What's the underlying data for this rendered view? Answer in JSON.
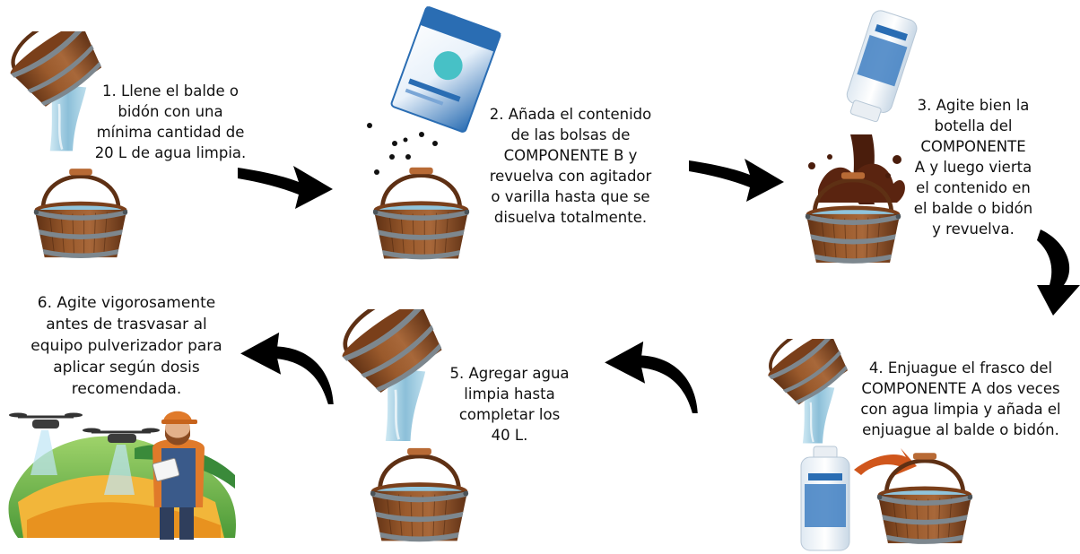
{
  "colors": {
    "wood": "#8b4d24",
    "wood_dark": "#5e3014",
    "hoop": "#6f7c84",
    "water": "#8fc4dc",
    "arrow": "#000000",
    "chocolate": "#4a1d0c",
    "orange_arrow": "#d0561c",
    "package_blue": "#2a6db3"
  },
  "steps": [
    {
      "id": 1,
      "lines": [
        "1. Llene el balde o",
        "bidón con una",
        "mínima cantidad de",
        "20 L de agua limpia."
      ]
    },
    {
      "id": 2,
      "lines": [
        "2. Añada el contenido",
        "de las bolsas de",
        "COMPONENTE B y",
        "revuelva con agitador",
        "o varilla hasta que se",
        "disuelva totalmente."
      ]
    },
    {
      "id": 3,
      "lines": [
        "3. Agite bien la",
        "botella del",
        "COMPONENTE",
        "A y luego vierta",
        "el contenido en",
        "el balde o bidón",
        "y revuelva."
      ]
    },
    {
      "id": 4,
      "lines": [
        "4. Enjuague el frasco del",
        "COMPONENTE A dos veces",
        "con agua limpia y añada el",
        "enjuague al balde o bidón."
      ]
    },
    {
      "id": 5,
      "lines": [
        "5. Agregar agua",
        "limpia hasta",
        "completar los",
        "40 L."
      ]
    },
    {
      "id": 6,
      "lines": [
        "6. Agite vigorosamente",
        "antes de trasvasar al",
        "equipo pulverizador para",
        "aplicar según dosis",
        "recomendada."
      ]
    }
  ],
  "icons": [
    "wooden-bucket-icon",
    "pouring-bucket-icon",
    "powder-package-icon",
    "bottle-icon",
    "chocolate-splash-icon",
    "drone-icon",
    "farmer-with-tablet-icon",
    "curved-arrow-icon"
  ]
}
